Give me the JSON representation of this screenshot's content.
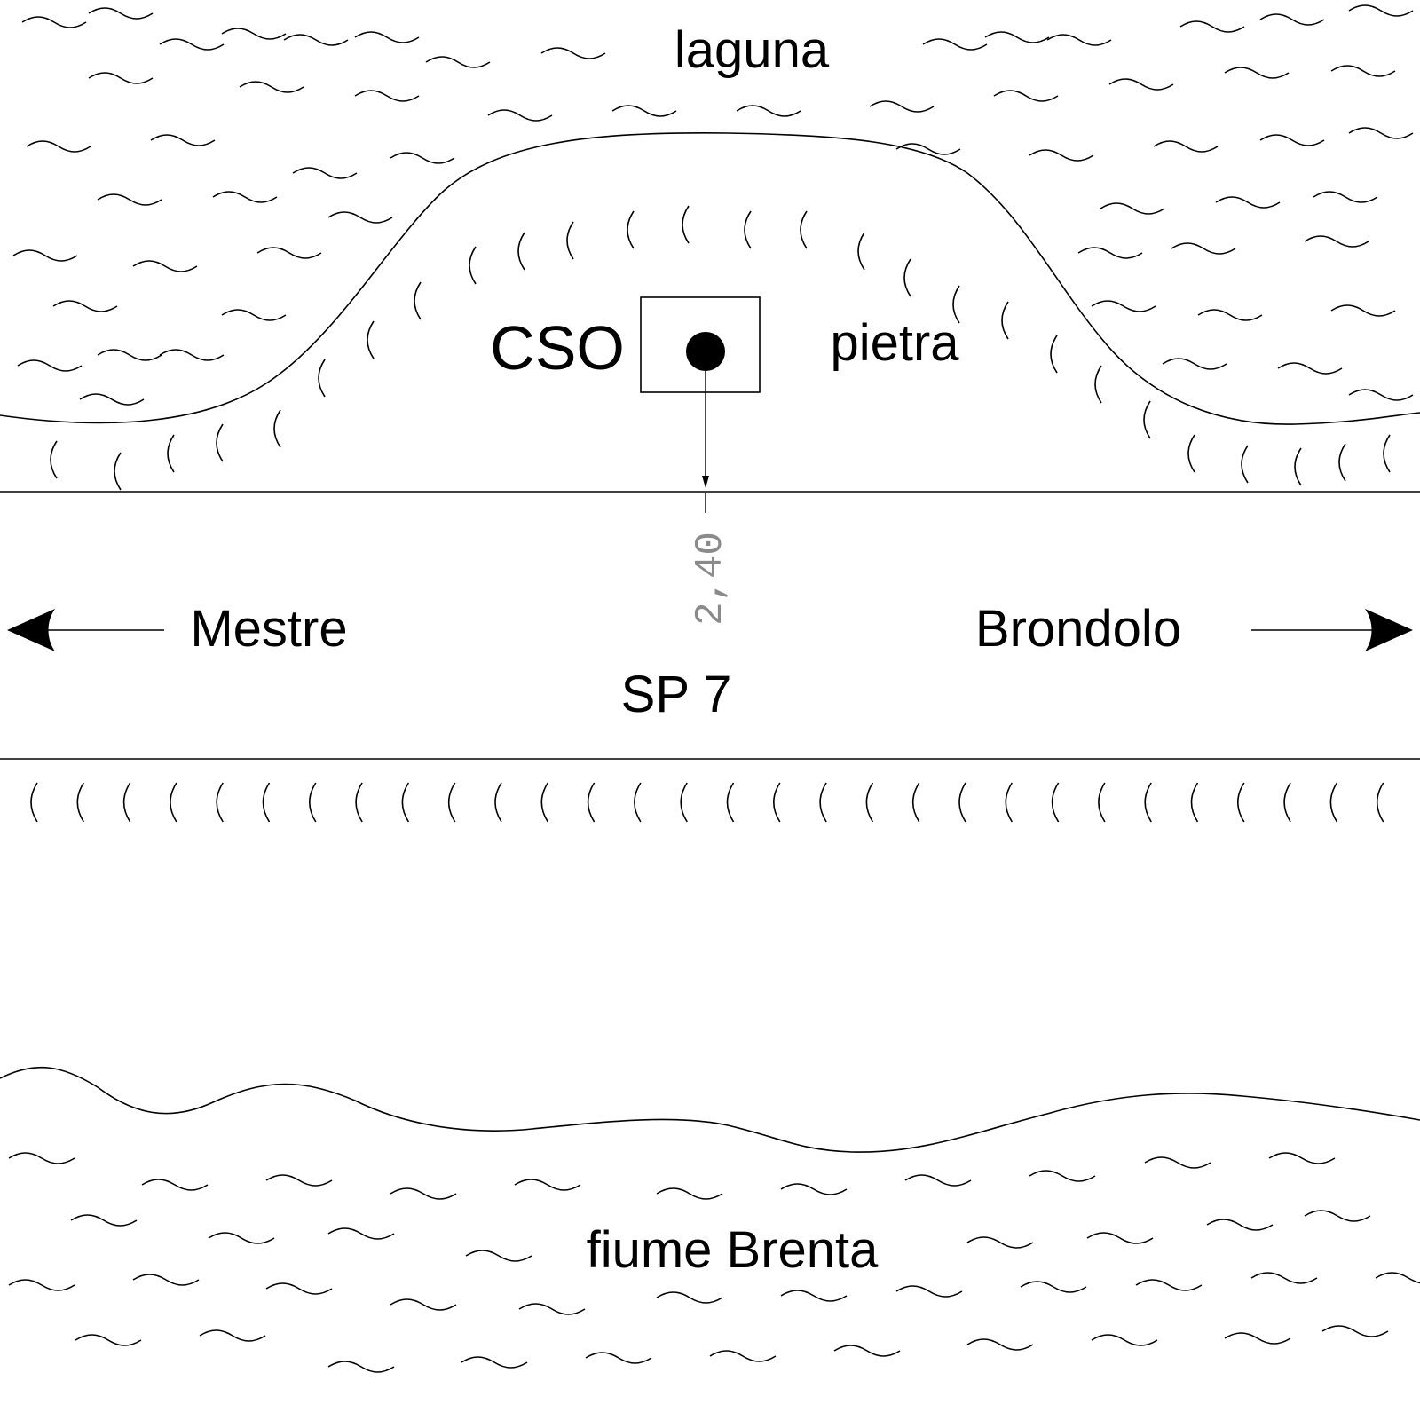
{
  "labels": {
    "lagoon": "laguna",
    "station": "CSO",
    "stone": "pietra",
    "west": "Mestre",
    "east": "Brondolo",
    "road": "SP 7",
    "river": "fiume Brenta",
    "offset": "2,40"
  },
  "colors": {
    "ink": "#000000",
    "dimension": "#8a8a8a",
    "background": "#ffffff"
  }
}
